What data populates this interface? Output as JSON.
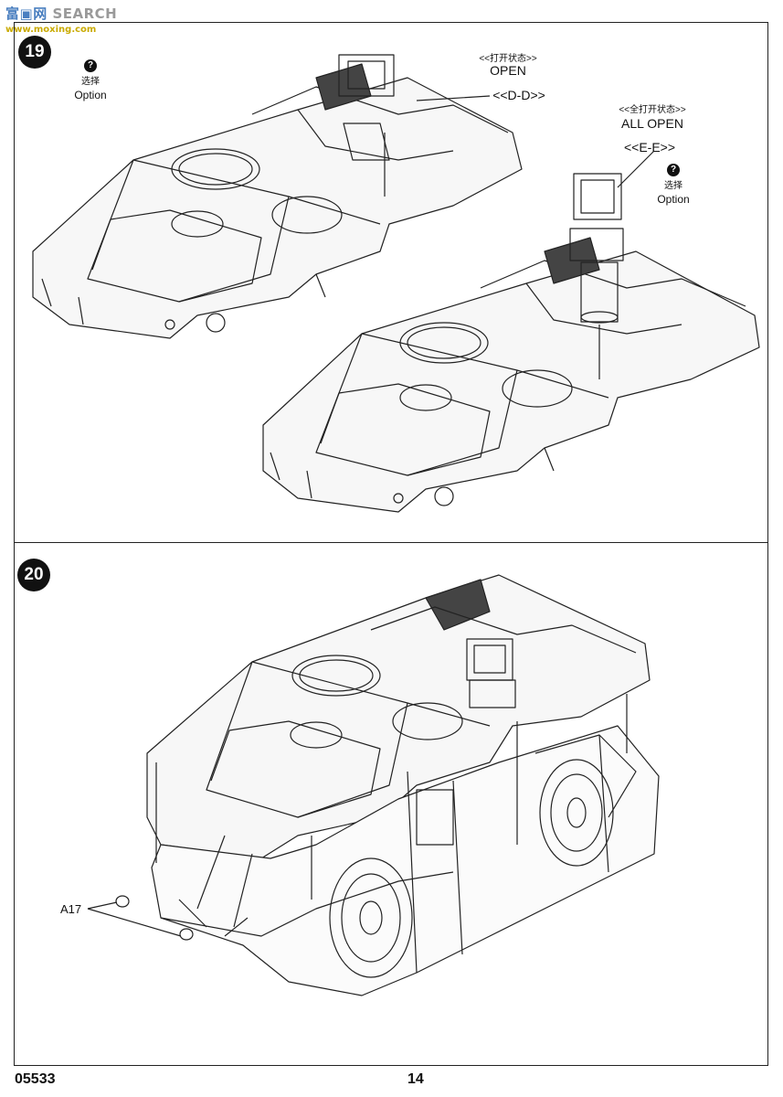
{
  "watermark": {
    "cn": "富",
    "en": "SEARCH",
    "sub": "www.moxing.com"
  },
  "step19": {
    "number": "19",
    "option_left": {
      "icon": "question-icon",
      "cn": "选择",
      "en": "Option"
    },
    "open_cn": "<<打开状态>>",
    "open_en": "OPEN",
    "open_ref": "<<D-D>>",
    "allopen_cn": "<<全打开状态>>",
    "allopen_en": "ALL OPEN",
    "allopen_ref": "<<E-E>>",
    "option_right": {
      "icon": "question-icon",
      "cn": "选择",
      "en": "Option"
    }
  },
  "step20": {
    "number": "20",
    "part_label": "A17"
  },
  "footer": {
    "code": "05533",
    "page": "14"
  }
}
